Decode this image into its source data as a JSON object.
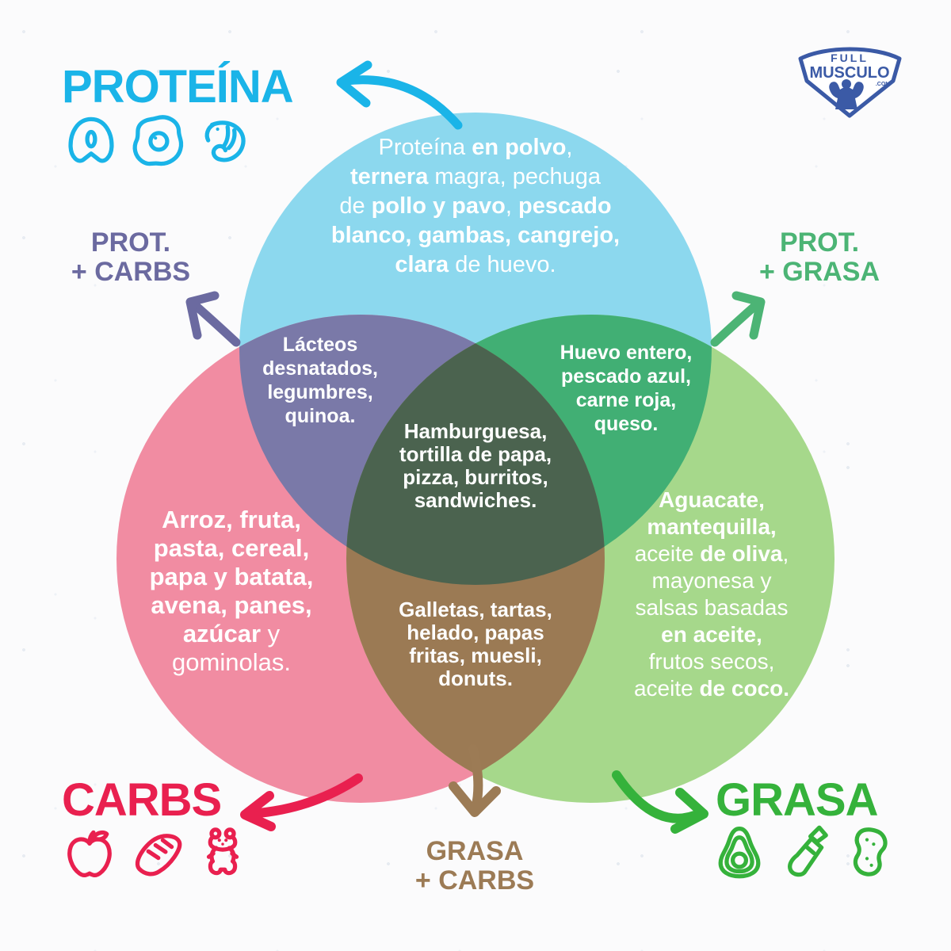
{
  "background": {
    "color": "#fbfbfc"
  },
  "logo": {
    "top_word": "FULL",
    "bottom_word": "MUSCULO",
    "suffix": ".COM",
    "color": "#3b5aa6"
  },
  "titles": {
    "proteina": {
      "text": "PROTEÍNA",
      "color": "#1ab4e8"
    },
    "carbs": {
      "text": "CARBS",
      "color": "#e9204f"
    },
    "grasa": {
      "text": "GRASA",
      "color": "#35b23b"
    },
    "prot_carbs": {
      "line1": "PROT.",
      "line2": "+ CARBS",
      "color": "#6b6aa0"
    },
    "prot_grasa": {
      "line1": "PROT.",
      "line2": "+ GRASA",
      "color": "#4cb475"
    },
    "grasa_carbs": {
      "line1": "GRASA",
      "line2": "+ CARBS",
      "color": "#9c7b55"
    }
  },
  "venn": {
    "colors": {
      "protein": "#8cd8ee",
      "carbs": "#f18ca2",
      "fat": "#a6d88b",
      "protein_carbs": "#7a79a8",
      "protein_fat": "#41af74",
      "fat_carbs": "#9b7a54",
      "center": "#4b634f"
    }
  },
  "arrows": {
    "proteina": {
      "color": "#1ab4e8"
    },
    "prot_carbs": {
      "color": "#6b6aa0"
    },
    "prot_grasa": {
      "color": "#4cb475"
    },
    "carbs": {
      "color": "#e9204f"
    },
    "grasa_carbs": {
      "color": "#9c7b55"
    },
    "grasa": {
      "color": "#35b23b"
    }
  },
  "icon_groups": {
    "proteina": [
      "fish",
      "fried-egg",
      "shrimp"
    ],
    "carbs": [
      "apple",
      "bread",
      "gummy-bear"
    ],
    "grasa": [
      "avocado",
      "oil-bottle",
      "peanut"
    ]
  },
  "regions": {
    "protein": {
      "lines": [
        [
          {
            "t": "Proteína ",
            "b": false
          },
          {
            "t": "en polvo",
            "b": true
          },
          {
            "t": ",",
            "b": false
          }
        ],
        [
          {
            "t": "ternera",
            "b": true
          },
          {
            "t": " magra, pechuga",
            "b": false
          }
        ],
        [
          {
            "t": "de ",
            "b": false
          },
          {
            "t": "pollo y pavo",
            "b": true
          },
          {
            "t": ", ",
            "b": false
          },
          {
            "t": "pescado",
            "b": true
          }
        ],
        [
          {
            "t": "blanco, gambas, cangrejo,",
            "b": true
          }
        ],
        [
          {
            "t": "clara",
            "b": true
          },
          {
            "t": " de huevo.",
            "b": false
          }
        ]
      ]
    },
    "protein_carbs": {
      "lines": [
        [
          {
            "t": "Lácteos",
            "b": true
          }
        ],
        [
          {
            "t": "desnatados,",
            "b": true
          }
        ],
        [
          {
            "t": "legumbres,",
            "b": true
          }
        ],
        [
          {
            "t": "quinoa.",
            "b": true
          }
        ]
      ]
    },
    "protein_fat": {
      "lines": [
        [
          {
            "t": "Huevo entero,",
            "b": true
          }
        ],
        [
          {
            "t": "pescado azul,",
            "b": true
          }
        ],
        [
          {
            "t": "carne roja,",
            "b": true
          }
        ],
        [
          {
            "t": "queso.",
            "b": true
          }
        ]
      ]
    },
    "center": {
      "lines": [
        [
          {
            "t": "Hamburguesa,",
            "b": true
          }
        ],
        [
          {
            "t": "tortilla de papa,",
            "b": true
          }
        ],
        [
          {
            "t": "pizza, burritos,",
            "b": true
          }
        ],
        [
          {
            "t": "sandwiches.",
            "b": true
          }
        ]
      ]
    },
    "carbs": {
      "lines": [
        [
          {
            "t": "Arroz, fruta,",
            "b": true
          }
        ],
        [
          {
            "t": "pasta, cereal,",
            "b": true
          }
        ],
        [
          {
            "t": "papa y batata,",
            "b": true
          }
        ],
        [
          {
            "t": "avena, panes,",
            "b": true
          }
        ],
        [
          {
            "t": "azúcar",
            "b": true
          },
          {
            "t": " y",
            "b": false
          }
        ],
        [
          {
            "t": "gominolas.",
            "b": false
          }
        ]
      ]
    },
    "fat_carbs": {
      "lines": [
        [
          {
            "t": "Galletas, tartas,",
            "b": true
          }
        ],
        [
          {
            "t": "helado, papas",
            "b": true
          }
        ],
        [
          {
            "t": "fritas, muesli,",
            "b": true
          }
        ],
        [
          {
            "t": "donuts.",
            "b": true
          }
        ]
      ]
    },
    "fat": {
      "lines": [
        [
          {
            "t": "Aguacate,",
            "b": true
          }
        ],
        [
          {
            "t": "mantequilla,",
            "b": true
          }
        ],
        [
          {
            "t": "aceite ",
            "b": false
          },
          {
            "t": "de oliva",
            "b": true
          },
          {
            "t": ",",
            "b": false
          }
        ],
        [
          {
            "t": "mayonesa y",
            "b": false
          }
        ],
        [
          {
            "t": "salsas basadas",
            "b": false
          }
        ],
        [
          {
            "t": "en aceite,",
            "b": true
          }
        ],
        [
          {
            "t": "frutos secos,",
            "b": false
          }
        ],
        [
          {
            "t": "aceite ",
            "b": false
          },
          {
            "t": "de coco.",
            "b": true
          }
        ]
      ]
    }
  }
}
